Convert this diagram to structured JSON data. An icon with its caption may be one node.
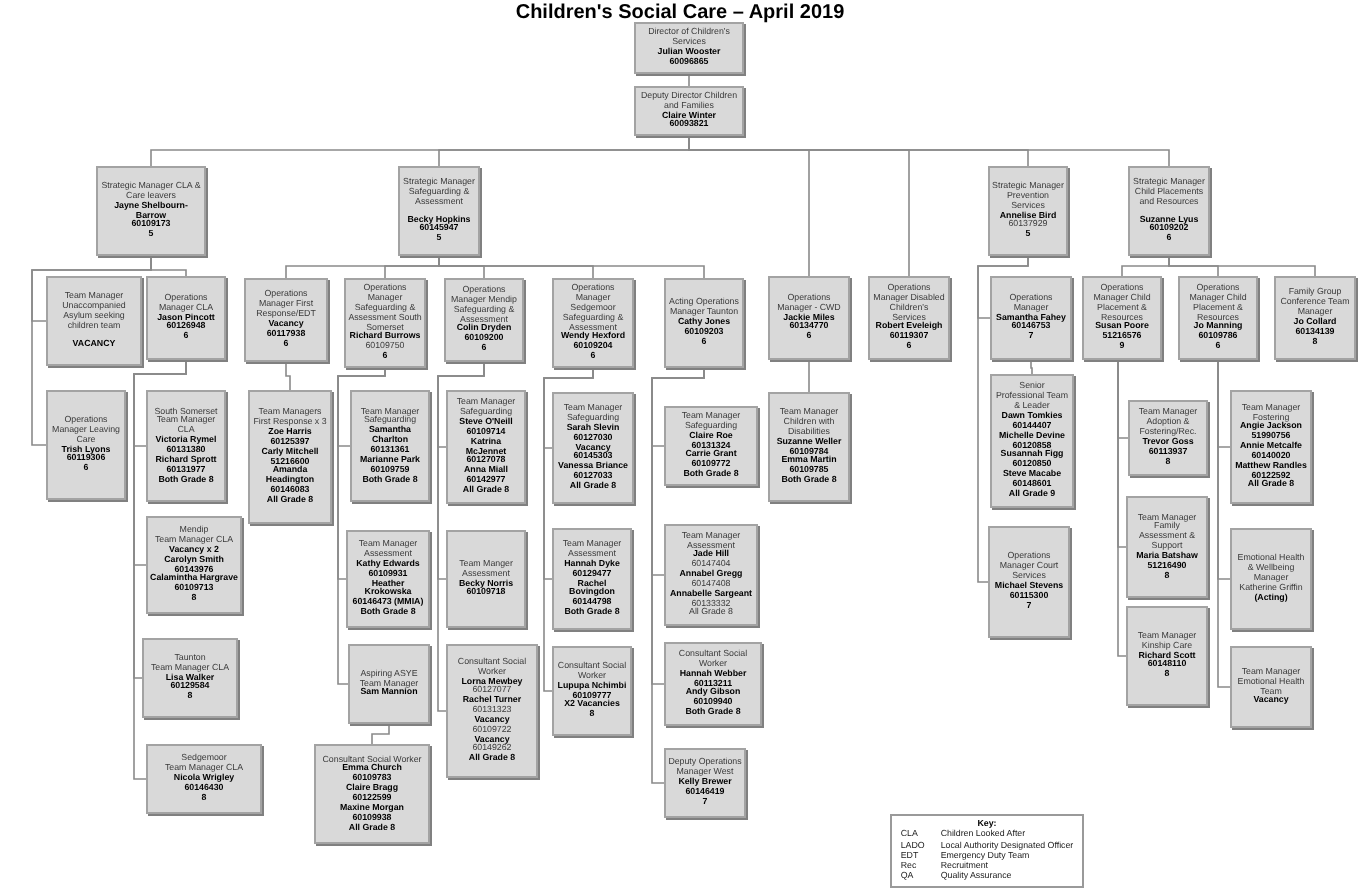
{
  "diagram": {
    "title": "Children's Social Care – April 2019",
    "nodes": [
      {
        "text": [
          "Director of Children's Services",
          "Julian Wooster",
          "60096865"
        ]
      },
      {
        "text": [
          "Deputy Director Children and Families",
          "Claire Winter",
          "60093821"
        ]
      },
      {
        "text": [
          "Strategic Manager CLA & Care leavers",
          "Jayne Shelbourn-Barrow",
          "60109173",
          "5"
        ]
      },
      {
        "text": [
          "Strategic Manager Safeguarding & Assessment",
          "Becky Hopkins",
          "60145947",
          "5"
        ]
      },
      {
        "text": [
          "Operations Manager - CWD",
          "Jackie Miles",
          "60134770",
          "6"
        ]
      },
      {
        "text": [
          "Operations Manager Disabled Children's Services",
          "Robert Eveleigh",
          "60119307",
          "6"
        ]
      },
      {
        "text": [
          "Strategic Manager Prevention Services",
          "Annelise Bird",
          "60137929",
          "5"
        ]
      },
      {
        "text": [
          "Strategic Manager Child Placements and Resources",
          "Suzanne Lyus",
          "60109202",
          "6"
        ]
      },
      {
        "text": [
          "Team Manager Unaccompanied Asylum seeking children team",
          "VACANCY"
        ]
      },
      {
        "text": [
          "Operations Manager CLA",
          "Jason Pincott",
          "60126948",
          "6"
        ]
      },
      {
        "text": [
          "Operations Manager First Response/EDT",
          "Vacancy",
          "60117938",
          "6"
        ]
      },
      {
        "text": [
          "Operations Manager Safeguarding & Assessment South Somerset",
          "Richard Burrows",
          "60109750",
          "6"
        ]
      },
      {
        "text": [
          "Operations Manager Mendip Safeguarding & Assessment",
          "Colin Dryden",
          "60109200",
          "6"
        ]
      },
      {
        "text": [
          "Operations Manager Sedgemoor Safeguarding & Assessment",
          "Wendy Hexford",
          "60109204",
          "6"
        ]
      },
      {
        "text": [
          "Acting Operations Manager Taunton",
          "Cathy Jones",
          "60109203",
          "6"
        ]
      },
      {
        "text": [
          "Operations Manager",
          "Samantha Fahey",
          "60146753",
          "7"
        ]
      },
      {
        "text": [
          "Operations Manager Child Placement & Resources",
          "Susan Poore",
          "51216576",
          "9"
        ]
      },
      {
        "text": [
          "Operations Manager Child Placement & Resources",
          "Jo Manning",
          "60109786",
          "6"
        ]
      },
      {
        "text": [
          "Family Group Conference Team Manager",
          "Jo Collard",
          "60134139",
          "8"
        ]
      },
      {
        "text": [
          "Operations Manager Leaving Care",
          "Trish Lyons",
          "60119306",
          "6"
        ]
      },
      {
        "text": [
          "South Somerset Team Manager CLA",
          "Victoria Rymel",
          "60131380",
          "Richard Sprott",
          "60131977",
          "Both Grade 8"
        ]
      },
      {
        "text": [
          "Mendip",
          "Team Manager CLA",
          "Vacancy x 2",
          "Carolyn Smith",
          "60143976",
          "Calamintha Hargrave",
          "60109713",
          "8"
        ]
      },
      {
        "text": [
          "Taunton",
          "Team Manager CLA",
          "Lisa Walker",
          "60129584",
          "8"
        ]
      },
      {
        "text": [
          "Sedgemoor",
          "Team Manager CLA",
          "Nicola Wrigley",
          "60146430",
          "8"
        ]
      },
      {
        "text": [
          "Team Managers First Response x 3",
          "Zoe Harris",
          "60125397",
          "Carly Mitchell",
          "51216600",
          "Amanda Headington",
          "60146083",
          "All Grade 8"
        ]
      },
      {
        "text": [
          "Team Manager Safeguarding",
          "Samantha Charlton",
          "60131361",
          "Marianne Park",
          "60109759",
          "Both Grade 8"
        ]
      },
      {
        "text": [
          "Team Manager Assessment",
          "Kathy Edwards",
          "60109931",
          "Heather Krokowska",
          "60146473 (MMIA)",
          "Both Grade 8"
        ]
      },
      {
        "text": [
          "Aspiring ASYE Team Manager",
          "Sam Mannion"
        ]
      },
      {
        "text": [
          "Consultant Social Worker",
          "Emma Church",
          "60109783",
          "Claire Bragg",
          "60122599",
          "Maxine Morgan",
          "60109938",
          "All Grade 8"
        ]
      },
      {
        "text": [
          "Team Manager Safeguarding",
          "Steve O'Neill",
          "60109714",
          "Katrina McJennet",
          "60127078",
          "Anna Miall",
          "60142977",
          "All Grade 8"
        ]
      },
      {
        "text": [
          "Team Manger Assessment",
          "Becky Norris",
          "60109718"
        ]
      },
      {
        "text": [
          "Consultant Social Worker",
          "Lorna Mewbey",
          "60127077",
          "Rachel Turner",
          "60131323",
          "Vacancy",
          "60109722",
          "Vacancy",
          "60149262",
          "All Grade 8"
        ]
      },
      {
        "text": [
          "Team Manager Safeguarding",
          "Sarah Slevin",
          "60127030",
          "Vacancy",
          "60145303",
          "Vanessa Briance",
          "60127033",
          "All Grade 8"
        ]
      },
      {
        "text": [
          "Team Manager Assessment",
          "Hannah Dyke",
          "60129477",
          "Rachel Bovingdon",
          "60144798",
          "Both Grade 8"
        ]
      },
      {
        "text": [
          "Consultant Social Worker",
          "Lupupa Nchimbi",
          "60109777",
          "X2 Vacancies",
          "8"
        ]
      },
      {
        "text": [
          "Team Manager Safeguarding",
          "Claire Roe",
          "60131324",
          "Carrie Grant",
          "60109772",
          "Both Grade 8"
        ]
      },
      {
        "text": [
          "Team Manager Assessment",
          "Jade Hill",
          "60147404",
          "Annabel Gregg",
          "60147408",
          "Annabelle Sargeant",
          "60133332",
          "All Grade 8"
        ]
      },
      {
        "text": [
          "Consultant Social Worker",
          "Hannah Webber",
          "60113211",
          "Andy Gibson",
          "60109940",
          "Both Grade 8"
        ]
      },
      {
        "text": [
          "Deputy Operations Manager West",
          "Kelly Brewer",
          "60146419",
          "7"
        ]
      },
      {
        "text": [
          "Team Manager Children with Disabilities",
          "Suzanne Weller",
          "60109784",
          "Emma Martin",
          "60109785",
          "Both Grade 8"
        ]
      },
      {
        "text": [
          "Senior Professional Team & Leader",
          "Dawn Tomkies",
          "60144407",
          "Michelle Devine",
          "60120858",
          "Susannah Figg",
          "60120850",
          "Steve Macabe",
          "60148601",
          "All Grade 9"
        ]
      },
      {
        "text": [
          "Operations Manager Court Services",
          "Michael Stevens",
          "60115300",
          "7"
        ]
      },
      {
        "text": [
          "Team Manager Adoption & Fostering/Rec.",
          "Trevor Goss",
          "60113937",
          "8"
        ]
      },
      {
        "text": [
          "Team Manager Family Assessment & Support",
          "Maria Batshaw",
          "51216490",
          "8"
        ]
      },
      {
        "text": [
          "Team Manager Kinship Care",
          "Richard Scott",
          "60148110",
          "8"
        ]
      },
      {
        "text": [
          "Team Manager Fostering",
          "Angie Jackson",
          "51990756",
          "Annie Metcalfe",
          "60140020",
          "Matthew Randles",
          "60122592",
          "All Grade 8"
        ]
      },
      {
        "text": [
          "Emotional Health & Wellbeing Manager",
          "Katherine Griffin",
          "(Acting)"
        ]
      },
      {
        "text": [
          "Team Manager Emotional Health Team",
          "Vacancy"
        ]
      },
      {
        "text": [
          "Key:",
          "CLA",
          "Children Looked After",
          "LADO",
          "Local Authority Designated Officer",
          "EDT",
          "Emergency Duty Team",
          "Rec",
          "Recruitment",
          "QA",
          "Quality Assurance"
        ]
      }
    ],
    "edges": [
      {
        "from": 0,
        "to": 1,
        "arrow": "none"
      },
      {
        "from": 1,
        "to": 2,
        "arrow": "none"
      },
      {
        "from": 1,
        "to": 3,
        "arrow": "none"
      },
      {
        "from": 1,
        "to": 4,
        "arrow": "none"
      },
      {
        "from": 1,
        "to": 5,
        "arrow": "none"
      },
      {
        "from": 1,
        "to": 6,
        "arrow": "none"
      },
      {
        "from": 1,
        "to": 7,
        "arrow": "none"
      },
      {
        "from": 2,
        "to": 8,
        "arrow": "none"
      },
      {
        "from": 2,
        "to": 9,
        "arrow": "none"
      },
      {
        "from": 2,
        "to": 19,
        "arrow": "none"
      },
      {
        "from": 3,
        "to": 10,
        "arrow": "none"
      },
      {
        "from": 3,
        "to": 11,
        "arrow": "none"
      },
      {
        "from": 3,
        "to": 12,
        "arrow": "none"
      },
      {
        "from": 3,
        "to": 13,
        "arrow": "none"
      },
      {
        "from": 3,
        "to": 14,
        "arrow": "none"
      },
      {
        "from": 9,
        "to": 20,
        "arrow": "none"
      },
      {
        "from": 9,
        "to": 21,
        "arrow": "none"
      },
      {
        "from": 9,
        "to": 22,
        "arrow": "none"
      },
      {
        "from": 9,
        "to": 23,
        "arrow": "none"
      },
      {
        "from": 10,
        "to": 24,
        "arrow": "none"
      },
      {
        "from": 11,
        "to": 25,
        "arrow": "none"
      },
      {
        "from": 11,
        "to": 26,
        "arrow": "none"
      },
      {
        "from": 11,
        "to": 27,
        "arrow": "none"
      },
      {
        "from": 27,
        "to": 28,
        "arrow": "none"
      },
      {
        "from": 12,
        "to": 29,
        "arrow": "none"
      },
      {
        "from": 12,
        "to": 30,
        "arrow": "none"
      },
      {
        "from": 12,
        "to": 31,
        "arrow": "none"
      },
      {
        "from": 13,
        "to": 32,
        "arrow": "none"
      },
      {
        "from": 13,
        "to": 33,
        "arrow": "none"
      },
      {
        "from": 13,
        "to": 34,
        "arrow": "none"
      },
      {
        "from": 14,
        "to": 35,
        "arrow": "none"
      },
      {
        "from": 14,
        "to": 36,
        "arrow": "none"
      },
      {
        "from": 14,
        "to": 37,
        "arrow": "none"
      },
      {
        "from": 14,
        "to": 38,
        "arrow": "none"
      },
      {
        "from": 4,
        "to": 39,
        "arrow": "none"
      },
      {
        "from": 6,
        "to": 15,
        "arrow": "none"
      },
      {
        "from": 6,
        "to": 41,
        "arrow": "none"
      },
      {
        "from": 15,
        "to": 40,
        "arrow": "none"
      },
      {
        "from": 7,
        "to": 16,
        "arrow": "none"
      },
      {
        "from": 7,
        "to": 17,
        "arrow": "none"
      },
      {
        "from": 7,
        "to": 18,
        "arrow": "none"
      },
      {
        "from": 16,
        "to": 42,
        "arrow": "none"
      },
      {
        "from": 16,
        "to": 43,
        "arrow": "none"
      },
      {
        "from": 16,
        "to": 44,
        "arrow": "none"
      },
      {
        "from": 17,
        "to": 45,
        "arrow": "none"
      },
      {
        "from": 17,
        "to": 46,
        "arrow": "none"
      },
      {
        "from": 17,
        "to": 47,
        "arrow": "none"
      }
    ]
  }
}
